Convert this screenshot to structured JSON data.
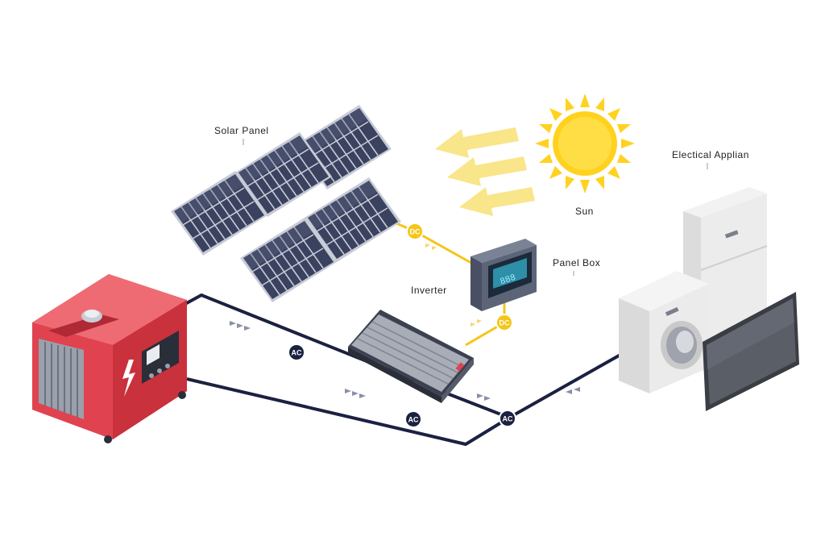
{
  "labels": {
    "solar_panel": "Solar Panel",
    "sun": "Sun",
    "electrical_appliance": "Electical Applian",
    "panel_box": "Panel Box",
    "inverter": "Inverter"
  },
  "badges": {
    "dc": "DC",
    "ac": "AC"
  },
  "colors": {
    "ac_line": "#1b2140",
    "dc_line": "#f5c518",
    "generator_red": "#e0434f",
    "sun_yellow": "#ffd21f",
    "panel_cell": "#3b4260"
  }
}
